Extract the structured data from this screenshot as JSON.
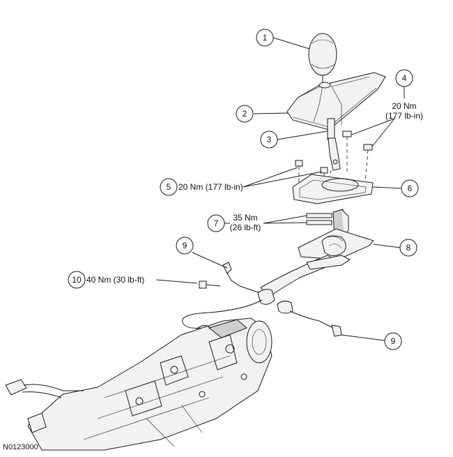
{
  "figure_id": "N0123000",
  "callouts": {
    "c1": "1",
    "c2": "2",
    "c3": "3",
    "c4": "4",
    "c5": "5",
    "c6": "6",
    "c7": "7",
    "c8": "8",
    "c9a": "9",
    "c9b": "9",
    "c10": "10"
  },
  "torque": {
    "t4_line1": "20 Nm",
    "t4_line2": "(177 lb-in)",
    "t5": "20 Nm (177 lb-in)",
    "t7_line1": "35 Nm",
    "t7_line2": "(26 lb-ft)",
    "t10": "40 Nm (30 lb-ft)"
  }
}
